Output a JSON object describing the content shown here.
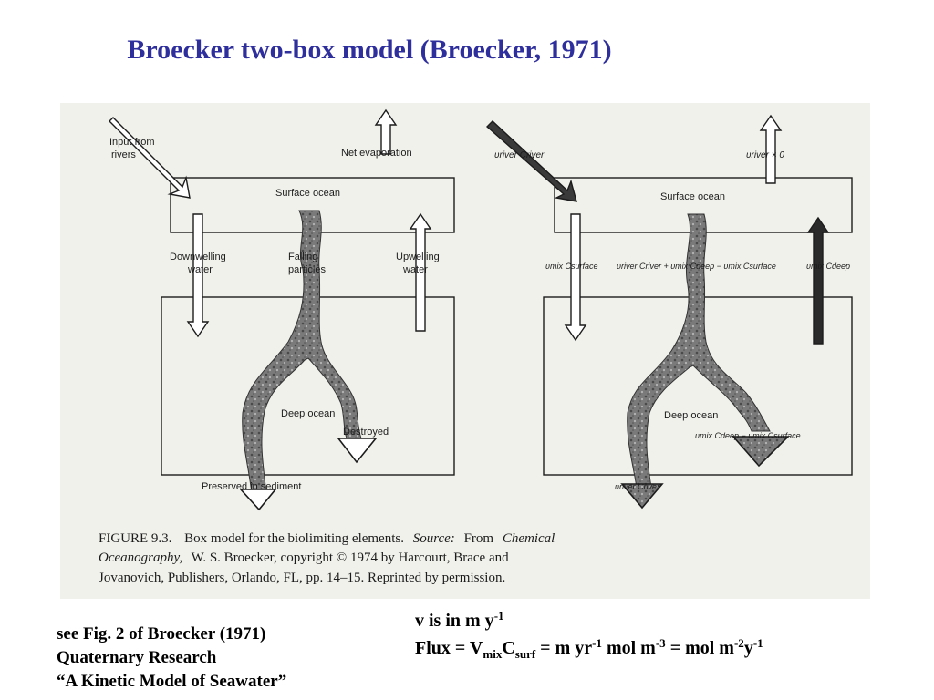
{
  "slide": {
    "title": "Broecker two-box model (Broecker, 1971)"
  },
  "figure": {
    "left_panel": {
      "input_from_rivers_1": "Input from",
      "input_from_rivers_2": "rivers",
      "net_evaporation": "Net evaporation",
      "surface_ocean": "Surface ocean",
      "downwelling_1": "Downwelling",
      "downwelling_2": "water",
      "falling_1": "Falling",
      "falling_2": "particles",
      "upwelling_1": "Upwelling",
      "upwelling_2": "water",
      "deep_ocean": "Deep ocean",
      "destroyed": "Destroyed",
      "preserved": "Preserved in sediment"
    },
    "right_panel": {
      "river_input": "υriver Criver",
      "evaporation": "υriver × 0",
      "surface_ocean": "Surface ocean",
      "down_flux": "υmix Csurface",
      "particle_flux": "υriver Criver + υmix Cdeep − υmix Csurface",
      "up_flux": "υmix Cdeep",
      "deep_ocean": "Deep ocean",
      "destroyed_flux": "υmix Cdeep − υmix Csurface",
      "sediment_flux": "υriver Criver"
    },
    "caption": {
      "line1_label": "FIGURE 9.3.",
      "line1_text": "Box model for the biolimiting elements.",
      "line1_source": "Source:",
      "line1_from": "From",
      "line1_title": "Chemical",
      "line2_title": "Oceanography,",
      "line2_text": "W. S. Broecker, copyright © 1974 by Harcourt, Brace and",
      "line3_text": "Jovanovich, Publishers, Orlando, FL, pp. 14–15. Reprinted by permission."
    }
  },
  "reference": {
    "line1": "see Fig. 2 of Broecker (1971)",
    "line2": "Quaternary Research",
    "line3": "“A Kinetic Model of Seawater”"
  },
  "units": {
    "line1_v": "v is in m y",
    "line1_sup": "-1",
    "flux_lhs": "Flux = V",
    "flux_mix": "mix",
    "flux_c": "C",
    "flux_surf": "surf",
    "flux_eq1": " = m yr",
    "flux_sup1": "-1",
    "flux_mol": " mol m",
    "flux_sup2": "-3",
    "flux_eq2": " = mol m",
    "flux_sup3": "-2",
    "flux_y": "y",
    "flux_sup4": "-1"
  },
  "colors": {
    "title": "#2e2e9c",
    "figure_background": "#f1f1ec",
    "ink": "#1c1c1c"
  }
}
